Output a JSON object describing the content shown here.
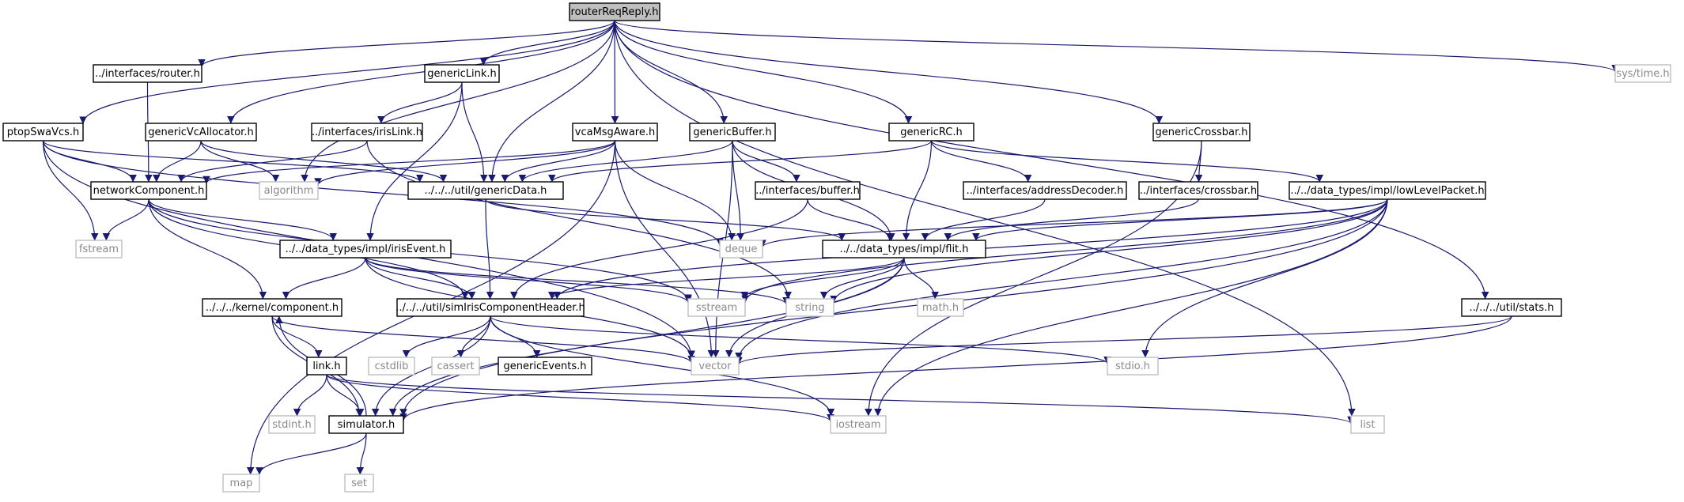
{
  "diagram": {
    "type": "include-dependency-graph",
    "colors": {
      "edge": "#191970",
      "edge_to_system": "#7b7b7b",
      "root_fill": "#bfbfbf",
      "local_border": "#000000",
      "system_border": "#bfbfbf",
      "system_text": "#8a8a8a"
    },
    "nodes": [
      {
        "id": "root",
        "label": "routerReqReply.h",
        "kind": "root"
      },
      {
        "id": "router",
        "label": "../interfaces/router.h",
        "kind": "local"
      },
      {
        "id": "genericLink",
        "label": "genericLink.h",
        "kind": "local"
      },
      {
        "id": "systime",
        "label": "sys/time.h",
        "kind": "system"
      },
      {
        "id": "ptop",
        "label": "ptopSwaVcs.h",
        "kind": "local"
      },
      {
        "id": "vcalloc",
        "label": "genericVcAllocator.h",
        "kind": "local"
      },
      {
        "id": "irisLink",
        "label": "../interfaces/irisLink.h",
        "kind": "local"
      },
      {
        "id": "vcaMsg",
        "label": "vcaMsgAware.h",
        "kind": "local"
      },
      {
        "id": "genBuffer",
        "label": "genericBuffer.h",
        "kind": "local"
      },
      {
        "id": "genRC",
        "label": "genericRC.h",
        "kind": "local"
      },
      {
        "id": "genXbar",
        "label": "genericCrossbar.h",
        "kind": "local"
      },
      {
        "id": "netComp",
        "label": "networkComponent.h",
        "kind": "local"
      },
      {
        "id": "algorithm",
        "label": "algorithm",
        "kind": "system"
      },
      {
        "id": "genData",
        "label": "../../../util/genericData.h",
        "kind": "local"
      },
      {
        "id": "buffer",
        "label": "../interfaces/buffer.h",
        "kind": "local"
      },
      {
        "id": "addrDec",
        "label": "../interfaces/addressDecoder.h",
        "kind": "local"
      },
      {
        "id": "crossbar",
        "label": "../interfaces/crossbar.h",
        "kind": "local"
      },
      {
        "id": "lowLevel",
        "label": "../../data_types/impl/lowLevelPacket.h",
        "kind": "local"
      },
      {
        "id": "fstream",
        "label": "fstream",
        "kind": "system"
      },
      {
        "id": "irisEvent",
        "label": "../../data_types/impl/irisEvent.h",
        "kind": "local"
      },
      {
        "id": "deque",
        "label": "deque",
        "kind": "system"
      },
      {
        "id": "flit",
        "label": "../../data_types/impl/flit.h",
        "kind": "local"
      },
      {
        "id": "component",
        "label": "../../../kernel/component.h",
        "kind": "local"
      },
      {
        "id": "simIris",
        "label": "../../../util/simIrisComponentHeader.h",
        "kind": "local"
      },
      {
        "id": "sstream",
        "label": "sstream",
        "kind": "system"
      },
      {
        "id": "string",
        "label": "string",
        "kind": "system"
      },
      {
        "id": "math",
        "label": "math.h",
        "kind": "system"
      },
      {
        "id": "stats",
        "label": "../../../util/stats.h",
        "kind": "local"
      },
      {
        "id": "link",
        "label": "link.h",
        "kind": "local"
      },
      {
        "id": "cstdlib",
        "label": "cstdlib",
        "kind": "system"
      },
      {
        "id": "cassert",
        "label": "cassert",
        "kind": "system"
      },
      {
        "id": "genEvents",
        "label": "genericEvents.h",
        "kind": "local"
      },
      {
        "id": "vector",
        "label": "vector",
        "kind": "system"
      },
      {
        "id": "stdio",
        "label": "stdio.h",
        "kind": "system"
      },
      {
        "id": "stdint",
        "label": "stdint.h",
        "kind": "system"
      },
      {
        "id": "simulator",
        "label": "simulator.h",
        "kind": "local"
      },
      {
        "id": "iostream",
        "label": "iostream",
        "kind": "system"
      },
      {
        "id": "list",
        "label": "list",
        "kind": "system"
      },
      {
        "id": "map",
        "label": "map",
        "kind": "system"
      },
      {
        "id": "set",
        "label": "set",
        "kind": "system"
      }
    ],
    "edges": [
      [
        "root",
        "router"
      ],
      [
        "root",
        "genericLink"
      ],
      [
        "root",
        "systime"
      ],
      [
        "root",
        "ptop"
      ],
      [
        "root",
        "vcalloc"
      ],
      [
        "root",
        "vcaMsg"
      ],
      [
        "root",
        "genBuffer"
      ],
      [
        "root",
        "genRC"
      ],
      [
        "root",
        "genXbar"
      ],
      [
        "root",
        "algorithm"
      ],
      [
        "root",
        "genData"
      ],
      [
        "root",
        "stats"
      ],
      [
        "root",
        "list"
      ],
      [
        "router",
        "netComp"
      ],
      [
        "genericLink",
        "irisLink"
      ],
      [
        "genericLink",
        "genData"
      ],
      [
        "genericLink",
        "irisEvent"
      ],
      [
        "ptop",
        "netComp"
      ],
      [
        "ptop",
        "genData"
      ],
      [
        "ptop",
        "fstream"
      ],
      [
        "ptop",
        "vector"
      ],
      [
        "ptop",
        "deque"
      ],
      [
        "vcalloc",
        "netComp"
      ],
      [
        "vcalloc",
        "algorithm"
      ],
      [
        "vcalloc",
        "genData"
      ],
      [
        "irisLink",
        "netComp"
      ],
      [
        "irisLink",
        "string"
      ],
      [
        "vcaMsg",
        "netComp"
      ],
      [
        "vcaMsg",
        "genData"
      ],
      [
        "vcaMsg",
        "algorithm"
      ],
      [
        "vcaMsg",
        "deque"
      ],
      [
        "vcaMsg",
        "vector"
      ],
      [
        "vcaMsg",
        "map"
      ],
      [
        "genBuffer",
        "genData"
      ],
      [
        "genBuffer",
        "buffer"
      ],
      [
        "genBuffer",
        "deque"
      ],
      [
        "genBuffer",
        "vector"
      ],
      [
        "genBuffer",
        "flit"
      ],
      [
        "genRC",
        "genData"
      ],
      [
        "genRC",
        "addrDec"
      ],
      [
        "genRC",
        "lowLevel"
      ],
      [
        "genRC",
        "flit"
      ],
      [
        "genXbar",
        "crossbar"
      ],
      [
        "genXbar",
        "iostream"
      ],
      [
        "netComp",
        "fstream"
      ],
      [
        "netComp",
        "irisEvent"
      ],
      [
        "netComp",
        "component"
      ],
      [
        "netComp",
        "simIris"
      ],
      [
        "netComp",
        "sstream"
      ],
      [
        "genData",
        "flit"
      ],
      [
        "genData",
        "simIris"
      ],
      [
        "buffer",
        "flit"
      ],
      [
        "buffer",
        "simIris"
      ],
      [
        "addrDec",
        "flit"
      ],
      [
        "crossbar",
        "flit"
      ],
      [
        "lowLevel",
        "flit"
      ],
      [
        "lowLevel",
        "deque"
      ],
      [
        "lowLevel",
        "simIris"
      ],
      [
        "lowLevel",
        "sstream"
      ],
      [
        "lowLevel",
        "string"
      ],
      [
        "lowLevel",
        "vector"
      ],
      [
        "lowLevel",
        "stdio"
      ],
      [
        "lowLevel",
        "simulator"
      ],
      [
        "lowLevel",
        "iostream"
      ],
      [
        "irisEvent",
        "component"
      ],
      [
        "irisEvent",
        "simIris"
      ],
      [
        "irisEvent",
        "sstream"
      ],
      [
        "irisEvent",
        "string"
      ],
      [
        "irisEvent",
        "vector"
      ],
      [
        "flit",
        "simIris"
      ],
      [
        "flit",
        "sstream"
      ],
      [
        "flit",
        "string"
      ],
      [
        "flit",
        "math"
      ],
      [
        "flit",
        "vector"
      ],
      [
        "flit",
        "simulator"
      ],
      [
        "component",
        "link"
      ],
      [
        "component",
        "simulator"
      ],
      [
        "component",
        "vector"
      ],
      [
        "simIris",
        "cstdlib"
      ],
      [
        "simIris",
        "cassert"
      ],
      [
        "simIris",
        "genEvents"
      ],
      [
        "simIris",
        "stdio"
      ],
      [
        "simIris",
        "iostream"
      ],
      [
        "simIris",
        "simulator"
      ],
      [
        "stats",
        "vector"
      ],
      [
        "stats",
        "simulator"
      ],
      [
        "link",
        "stdint"
      ],
      [
        "link",
        "simulator"
      ],
      [
        "link",
        "iostream"
      ],
      [
        "link",
        "list"
      ],
      [
        "simulator",
        "component"
      ],
      [
        "simulator",
        "map"
      ],
      [
        "simulator",
        "set"
      ]
    ]
  }
}
